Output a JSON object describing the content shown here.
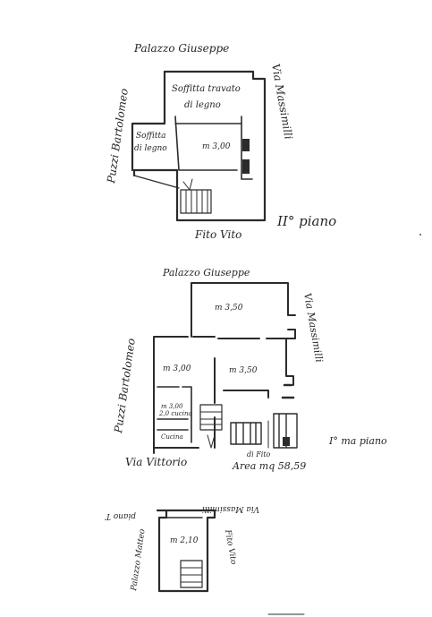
{
  "upper_plan": {
    "north_label": "Palazzo Giuseppe",
    "west_label": "Puzzi Bartolomeo",
    "east_label": "Via Massimilli",
    "south_label": "Fito Vito",
    "floor_label": "II° piano",
    "room1_label": "Soffitta travato\ndi legno",
    "room2_label": "Soffitta\ndi legno",
    "room3_dim": "m 3,00"
  },
  "middle_plan": {
    "north_label": "Palazzo Giuseppe",
    "west_label": "Puzzi Bartolomeo",
    "east_label": "Via Massimilli",
    "street_label": "Via Vittorio",
    "floor_label": "I° ma piano",
    "dim_top": "m 3,50",
    "dim_left": "m 3,00",
    "dim_center": "m 3,50",
    "small_room_dim": "m 3,00\n2,0 cucina",
    "kitchen_label": "Cucina",
    "corridor_label": "di Fito",
    "area_note": "Area mq 58,59"
  },
  "lower_plan": {
    "top_label": "Via Massimilli",
    "left_label": "Palazzo Matteo",
    "right_label": "Fito Vito",
    "floor_label": "piano T",
    "dim": "m 2,10"
  }
}
